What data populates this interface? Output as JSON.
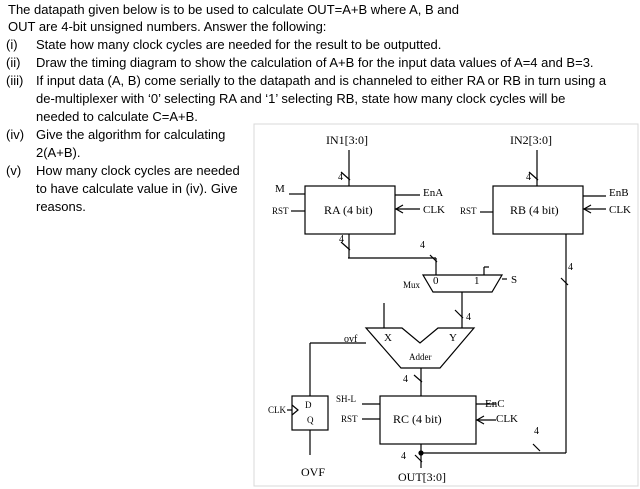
{
  "question": {
    "intro_line1": "The datapath given below is to be used to calculate OUT=A+B where A, B and",
    "intro_line2": "OUT are 4-bit unsigned numbers. Answer the following:",
    "items": [
      {
        "num": "(i)",
        "lines": [
          "State how many clock cycles are needed for the result to be outputted."
        ]
      },
      {
        "num": "(ii)",
        "lines": [
          "Draw the timing diagram to show the calculation of A+B for the input data values of A=4 and B=3."
        ]
      },
      {
        "num": "(iii)",
        "lines": [
          "If input data (A, B) come serially to the datapath and is channeled to either RA or RB in turn using a",
          "de-multiplexer with ‘0’ selecting RA and ‘1’ selecting RB, state how many clock cycles will be",
          "needed to calculate C=A+B."
        ]
      },
      {
        "num": "(iv)",
        "lines": [
          "Give the algorithm for calculating",
          "2(A+B)."
        ]
      },
      {
        "num": "(v)",
        "lines": [
          "How many clock cycles are needed",
          "to have calculate value in (iv). Give",
          "reasons."
        ]
      }
    ]
  },
  "diagram": {
    "in1": "IN1[3:0]",
    "in2": "IN2[3:0]",
    "m": "M",
    "rst": "RST",
    "ra": "RA (4 bit)",
    "rb": "RB (4 bit)",
    "rc": "RC (4 bit)",
    "ena": "EnA",
    "enb": "EnB",
    "enc": "EnC",
    "clk": "CLK",
    "mux": "Mux",
    "mux0": "0",
    "mux1": "1",
    "s": "S",
    "x": "X",
    "y": "Y",
    "adder": "Adder",
    "ovf": "ovf",
    "shl": "SH-L",
    "d": "D",
    "qpin": "Q",
    "ovf_out": "OVF",
    "out": "OUT[3:0]",
    "width": "4"
  }
}
